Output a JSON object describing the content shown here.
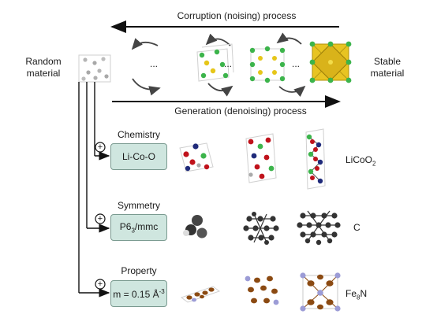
{
  "top_arrow_label": "Corruption (noising) process",
  "bottom_arrow_label": "Generation (denoising) process",
  "left_label_line1": "Random",
  "left_label_line2": "material",
  "right_label_line1": "Stable",
  "right_label_line2": "material",
  "ellipsis": "...",
  "rows": [
    {
      "condition_type": "Chemistry",
      "condition_value": "Li-Co-O",
      "result_prefix": "LiCoO",
      "result_sub": "2"
    },
    {
      "condition_type": "Symmetry",
      "condition_value_prefix": "P6",
      "condition_value_sub": "3",
      "condition_value_suffix": "/mmc",
      "result_prefix": "C",
      "result_sub": ""
    },
    {
      "condition_type": "Property",
      "condition_value_prefix": "m = 0.15 Å",
      "condition_value_sup": "-3",
      "result_prefix": "Fe",
      "result_sub": "8",
      "result_suffix": "N"
    }
  ],
  "plus_symbol": "+",
  "colors": {
    "box_fill": "#cfe6df",
    "box_border": "#7a9a90",
    "li_green": "#3cb44b",
    "co_blue": "#1f2a7a",
    "o_red": "#c0121b",
    "s_yellow": "#e6c619",
    "carbon": "#333333",
    "fe_brown": "#8b4a12",
    "n_lavender": "#9c9cd6"
  }
}
